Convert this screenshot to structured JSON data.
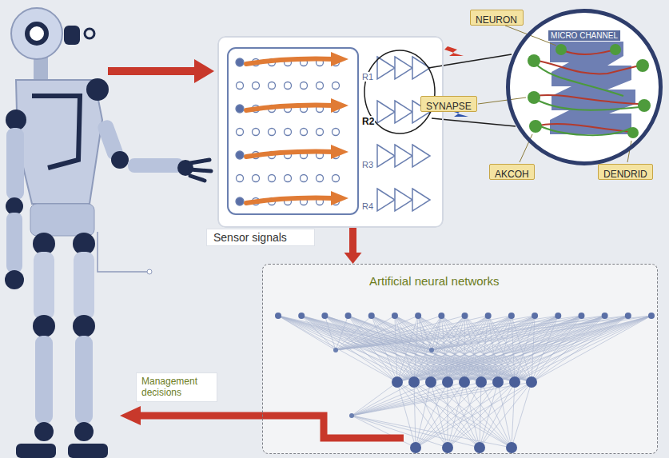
{
  "diagram": {
    "nodes": [
      {
        "text": [
          "Sensor signals"
        ]
      },
      {
        "text": [
          "MICRO CHANNEL"
        ]
      },
      {
        "text": [
          "NEURON"
        ]
      },
      {
        "text": [
          "SYNAPSE"
        ]
      },
      {
        "text": [
          "AKCOH"
        ]
      },
      {
        "text": [
          "DENDRID"
        ]
      },
      {
        "text": [
          "Artificial neural networks"
        ]
      }
    ],
    "edges": [
      {
        "from": 0,
        "to": 6,
        "arrow": "to"
      }
    ],
    "labels": [
      "R1",
      "R2",
      "R3",
      "R4",
      "Management decisions"
    ]
  }
}
